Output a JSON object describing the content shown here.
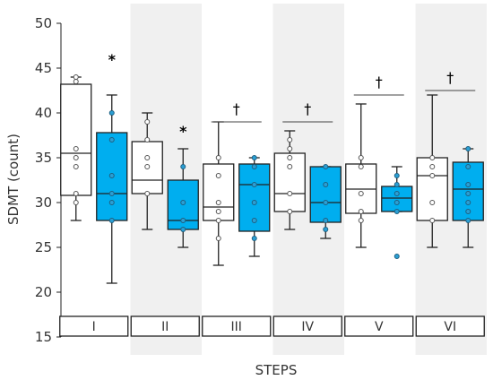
{
  "chart_data": {
    "type": "box",
    "xlabel": "STEPS",
    "ylabel": "SDMT (count)",
    "ylim": [
      15,
      50
    ],
    "yticks": [
      15,
      20,
      25,
      30,
      35,
      40,
      45,
      50
    ],
    "categories": [
      "I",
      "II",
      "III",
      "IV",
      "V",
      "VI"
    ],
    "shaded_categories": [
      "II",
      "IV",
      "VI"
    ],
    "colors": {
      "box_a_fill": "#ffffff",
      "box_b_fill": "#00aeef",
      "box_stroke": "#222222",
      "band": "#f0f0f0",
      "point_a_edge": "#555555",
      "point_b_fill": "#2b9fd4"
    },
    "series": [
      {
        "fill": "white",
        "boxes": [
          {
            "min": 28,
            "q1": 30.8,
            "median": 35.5,
            "q3": 43.2,
            "max": 44,
            "points": [
              44,
              43.5,
              36,
              35,
              34,
              31,
              30
            ]
          },
          {
            "min": 27,
            "q1": 31,
            "median": 32.5,
            "q3": 36.8,
            "max": 40,
            "points": [
              39,
              37,
              35,
              34,
              31
            ]
          },
          {
            "min": 23,
            "q1": 28,
            "median": 29.5,
            "q3": 34.3,
            "max": 39,
            "points": [
              35,
              33,
              30,
              29,
              28,
              26
            ]
          },
          {
            "min": 27,
            "q1": 29,
            "median": 31,
            "q3": 35.5,
            "max": 38,
            "points": [
              37,
              36,
              35,
              34,
              31,
              29
            ]
          },
          {
            "min": 25,
            "q1": 28.8,
            "median": 31.5,
            "q3": 34.3,
            "max": 41,
            "points": [
              35,
              34,
              31,
              29,
              28
            ]
          },
          {
            "min": 25,
            "q1": 28,
            "median": 33,
            "q3": 35,
            "max": 42,
            "points": [
              35,
              34,
              33,
              30,
              28
            ]
          }
        ]
      },
      {
        "fill": "blue",
        "boxes": [
          {
            "min": 21,
            "q1": 28,
            "median": 31,
            "q3": 37.8,
            "max": 42,
            "points": [
              40,
              37,
              33,
              31,
              30,
              28
            ]
          },
          {
            "min": 25,
            "q1": 27,
            "median": 28,
            "q3": 32.5,
            "max": 36,
            "points": [
              34,
              30,
              28,
              27
            ]
          },
          {
            "min": 24,
            "q1": 26.8,
            "median": 32,
            "q3": 34.3,
            "max": 35,
            "points": [
              35,
              34,
              32,
              30,
              28,
              26
            ]
          },
          {
            "min": 26,
            "q1": 27.8,
            "median": 30,
            "q3": 34,
            "max": 34,
            "points": [
              34,
              32,
              30,
              28,
              27
            ]
          },
          {
            "min": 29,
            "q1": 29,
            "median": 30.5,
            "q3": 31.8,
            "max": 34,
            "points": [
              33,
              32,
              31,
              30,
              29,
              24
            ]
          },
          {
            "min": 25,
            "q1": 28,
            "median": 31.5,
            "q3": 34.5,
            "max": 36,
            "points": [
              36,
              34,
              32,
              31,
              30,
              29,
              28
            ]
          }
        ]
      }
    ],
    "markers": [
      {
        "category": "I",
        "series": 1,
        "symbol": "*",
        "y": 46
      },
      {
        "category": "II",
        "series": 1,
        "symbol": "*",
        "y": 38
      },
      {
        "category": "III",
        "symbol": "†",
        "y": 40.5,
        "bracket_y": 39
      },
      {
        "category": "IV",
        "symbol": "†",
        "y": 40.5,
        "bracket_y": 39
      },
      {
        "category": "V",
        "symbol": "†",
        "y": 43.5,
        "bracket_y": 42
      },
      {
        "category": "VI",
        "symbol": "†",
        "y": 44,
        "bracket_y": 42.5
      }
    ]
  }
}
